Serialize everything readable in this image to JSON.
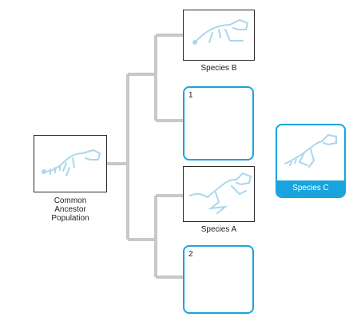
{
  "nodes": {
    "ancestor": {
      "caption": [
        "Common",
        "Ancestor",
        "Population"
      ],
      "icon": "dinosaur-skeleton-icon"
    },
    "species_b": {
      "caption": "Species B",
      "icon": "dinosaur-skeleton-icon"
    },
    "slot_1": {
      "number": "1"
    },
    "species_a": {
      "caption": "Species A",
      "icon": "dinosaur-skeleton-icon"
    },
    "slot_2": {
      "number": "2"
    },
    "species_c": {
      "caption": "Species C",
      "icon": "dinosaur-skeleton-icon"
    }
  },
  "colors": {
    "branch": "#c8c8c8",
    "frame": "#2b2b2b",
    "accent": "#1aa3dc",
    "skeleton": "#a9d8ee"
  }
}
